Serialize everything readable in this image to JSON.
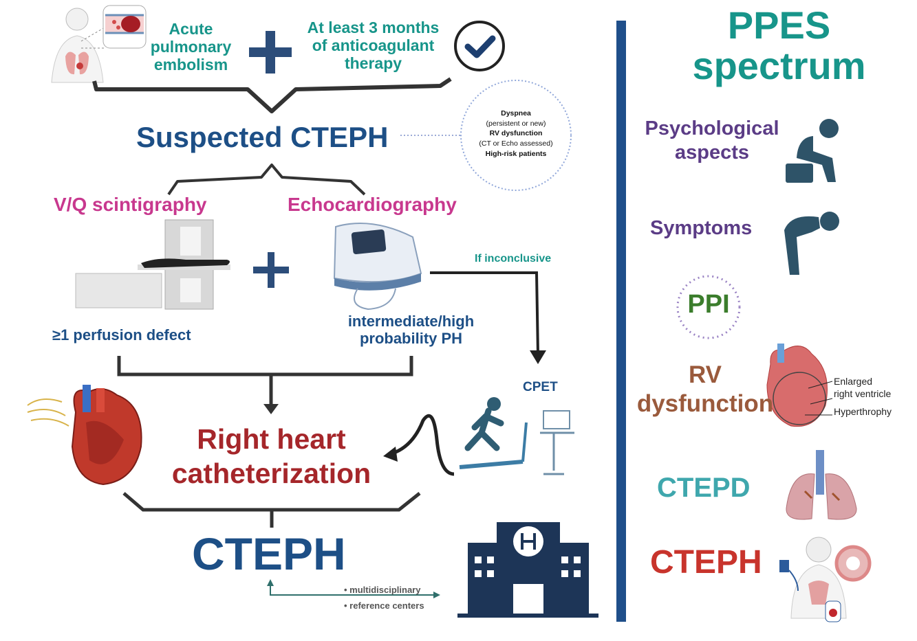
{
  "top": {
    "acute_pe": [
      "Acute",
      "pulmonary",
      "embolism"
    ],
    "anticoag": [
      "At least 3 months",
      "of anticoagulant",
      "therapy"
    ]
  },
  "suspected": {
    "title": "Suspected CTEPH",
    "bubble": {
      "line1": "Dyspnea",
      "line2": "(persistent or new)",
      "line3": "RV dysfunction",
      "line4": "(CT or Echo assessed)",
      "line5": "High-risk patients"
    }
  },
  "tests": {
    "vq": "V/Q scintigraphy",
    "echo": "Echocardiography",
    "vq_result": "≥1 perfusion defect",
    "echo_result": [
      "intermediate/high",
      "probability PH"
    ],
    "if_inconclusive": "If inconclusive",
    "cpet": "CPET"
  },
  "rhc": [
    "Right heart",
    "catheterization"
  ],
  "final": {
    "title": "CTEPH",
    "bullets": [
      "multidisciplinary",
      "reference centers"
    ],
    "hospital_letter": "H"
  },
  "spectrum": {
    "title": [
      "PPES",
      "spectrum"
    ],
    "psychological": [
      "Psychological",
      "aspects"
    ],
    "symptoms": "Symptoms",
    "ppi": "PPI",
    "rv": [
      "RV",
      "dysfunction"
    ],
    "rv_labels": [
      "Enlarged",
      "right ventricle",
      "Hyperthrophy"
    ],
    "ctepd": "CTEPD",
    "cteph": "CTEPH"
  },
  "colors": {
    "teal": "#17958a",
    "magenta": "#c8388e",
    "navy": "#1d4f86",
    "dark_red": "#a5262a",
    "divider": "#1f4f8a",
    "purple": "#5b3c86",
    "brown": "#9a5a3c",
    "green": "#3b7d2c"
  },
  "icons": [
    "patient-lungs-icon",
    "clot-vessel-icon",
    "plus-icon",
    "checkmark-icon",
    "scanner-icon",
    "ultrasound-device-icon",
    "heart-catheter-icon",
    "treadmill-runner-icon",
    "hospital-icon",
    "sitting-person-icon",
    "bent-person-icon",
    "rv-heart-icon",
    "lungs-icon",
    "patient-with-equipment-icon"
  ]
}
